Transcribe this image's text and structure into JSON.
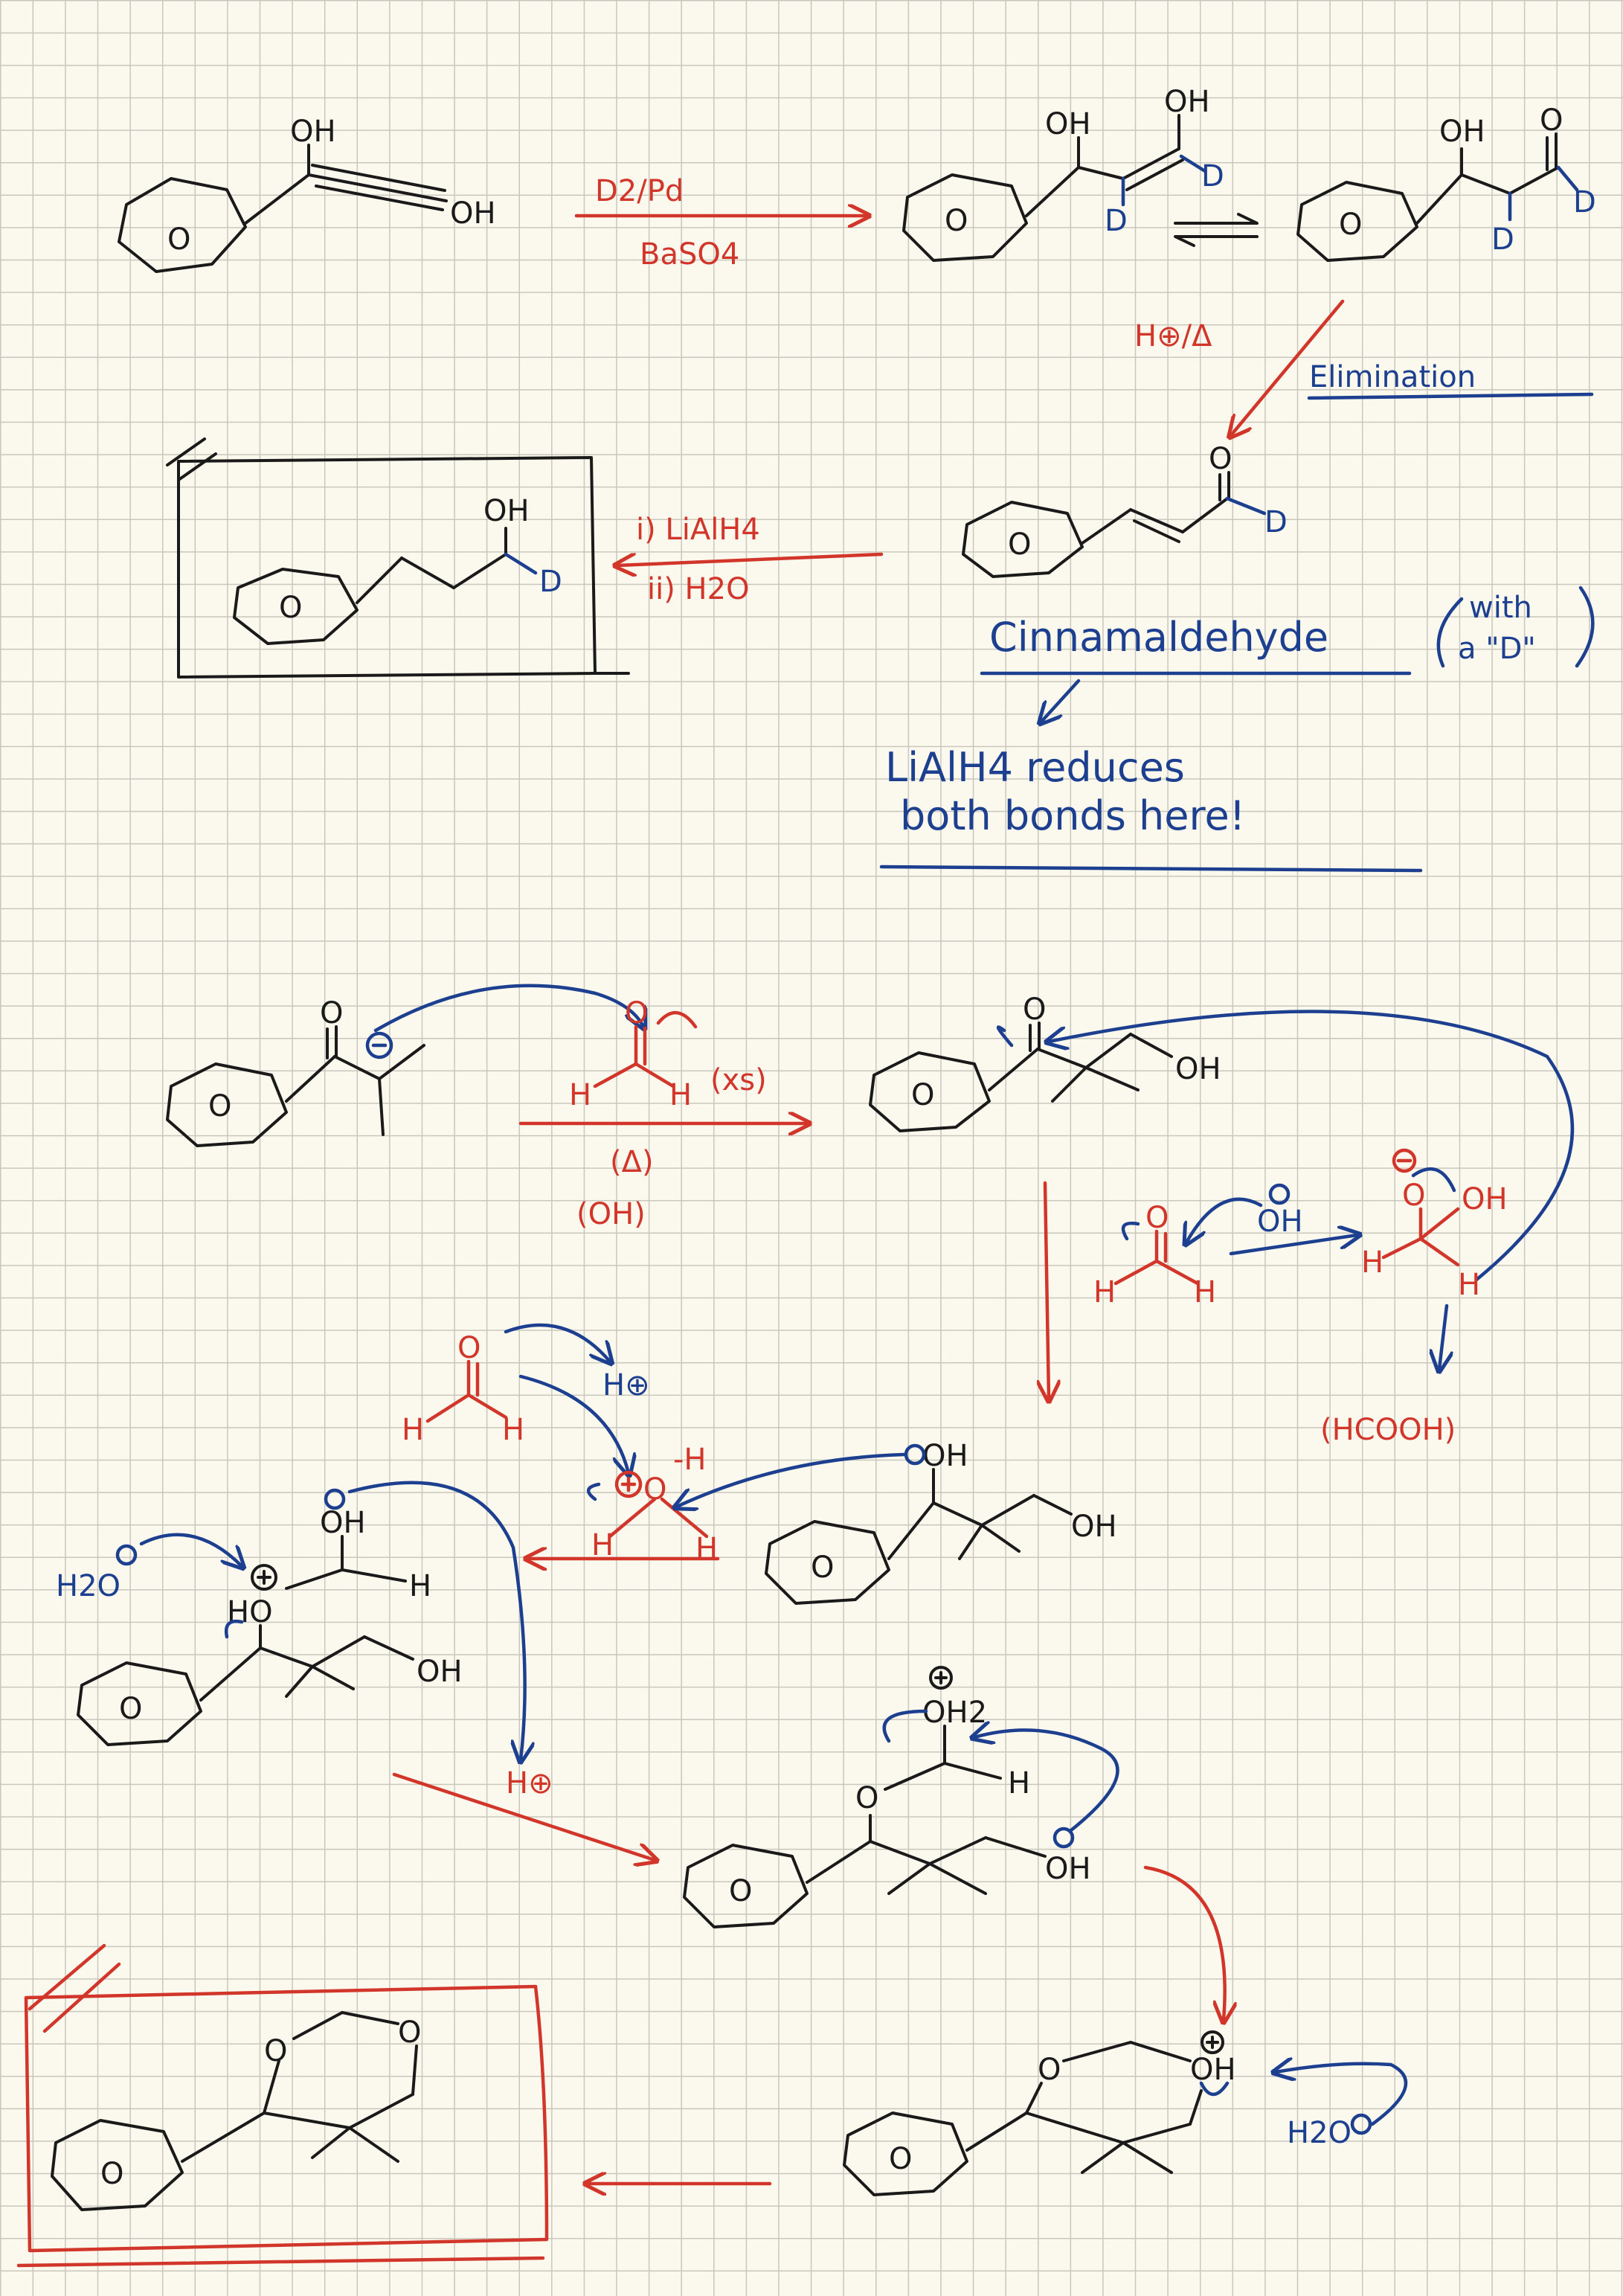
{
  "labels": {
    "oh": "OH",
    "o": "O",
    "d": "D",
    "h": "H",
    "ring": "O",
    "oh2": "OH2",
    "ho": "HO",
    "o_minus": "O",
    "minus_h": "-H"
  },
  "reagents": {
    "r1_top": "D2/Pd",
    "r1_bottom": "BaSO4",
    "r2": "H⊕/Δ",
    "r3_line1": "i) LiAlH4",
    "r3_line2": "ii) H2O",
    "r4_top": "(xs)",
    "r4_mid": "(Δ)",
    "r4_bottom": "(OH)",
    "h_plus": "H⊕",
    "h2o": "H2O",
    "hcooh": "(HCOOH)"
  },
  "notes": {
    "elimination": "Elimination",
    "cinnamaldehyde": "Cinnamaldehyde",
    "with_d_1": "with",
    "with_d_2": "a \"D\"",
    "reduces_line1": "LiAlH4 reduces",
    "reduces_line2": "both bonds here!"
  },
  "colors": {
    "black_ink": "#1a1a1a",
    "red_ink": "#d2362a",
    "blue_ink": "#1d3f8f",
    "paper": "#fbf9ee",
    "grid": "#c9c7bd"
  }
}
